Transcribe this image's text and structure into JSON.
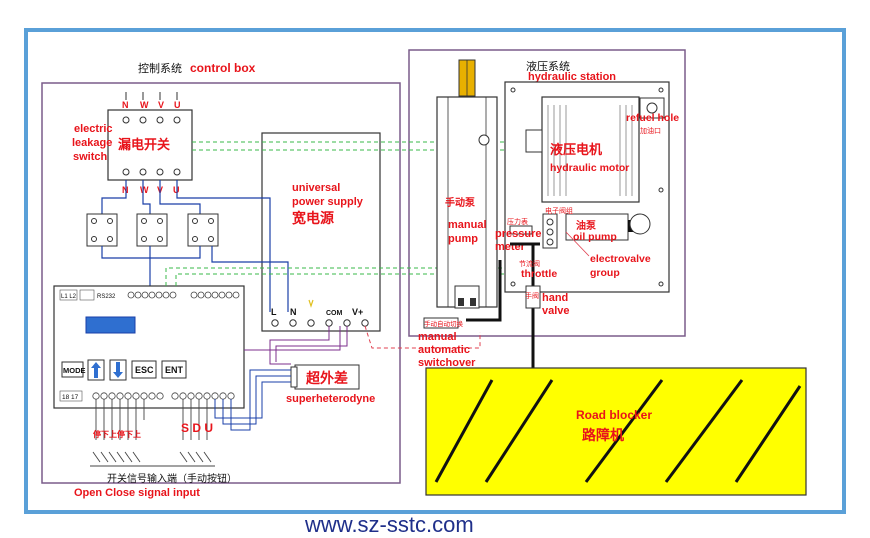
{
  "colors": {
    "frame_blue": "#5aa0d8",
    "box_purple": "#7a5c8a",
    "label_red": "#e8141b",
    "road_yellow": "#ffff00",
    "display_blue": "#2f6fd0",
    "wire_blue": "#1a3fa8",
    "wire_green": "#3ab84a",
    "wire_red": "#e04050",
    "wire_purple": "#7c2f8c",
    "url_blue": "#1f2f8a"
  },
  "control_box": {
    "title_cn": "控制系统",
    "title_en": "control box"
  },
  "hydraulic_station": {
    "title_cn": "液压系统",
    "title_en": "hydraulic station"
  },
  "leakage_switch": {
    "label_en_1": "electric",
    "label_en_2": "leakage",
    "label_en_3": "switch",
    "label_cn": "漏电开关",
    "top_terminals": [
      "N",
      "W",
      "V",
      "U"
    ],
    "bottom_terminals": [
      "N",
      "W",
      "V",
      "U"
    ]
  },
  "power_supply": {
    "label_en_1": "universal",
    "label_en_2": "power supply",
    "label_cn": "宽电源",
    "terminals": [
      "L",
      "N",
      "",
      "COM",
      "V+"
    ]
  },
  "controller": {
    "top_labels": [
      "L1 L2",
      "RS232"
    ],
    "buttons": [
      "MODE",
      "ESC",
      "ENT"
    ],
    "bottom_left_label": "18 17"
  },
  "superheterodyne": {
    "label_cn": "超外差",
    "label_en": "superheterodyne"
  },
  "signal_input": {
    "left_group": "停下上停下上",
    "right_group": "S D U",
    "label_cn": "开关信号输入端（手动按钮）",
    "label_en": "Open Close signal input"
  },
  "hydraulic_labels": {
    "manual_pump_cn": "手动泵",
    "manual_pump_en_1": "manual",
    "manual_pump_en_2": "pump",
    "pressure_meter_cn": "压力表",
    "pressure_meter_en_1": "pressure",
    "pressure_meter_en_2": "meter",
    "hydraulic_motor_cn": "液压电机",
    "hydraulic_motor_en": "hydraulic motor",
    "refuel_hole_en": "refuel hole",
    "refuel_hole_cn": "加油口",
    "electrovalve_cn": "电子阀组",
    "electrovalve_en_1": "electrovalve",
    "electrovalve_en_2": "group",
    "oil_pump_cn": "油泵",
    "oil_pump_en": "oil pump",
    "throttle_cn": "节流阀",
    "throttle_en": "throttle",
    "hand_valve_cn": "手阀",
    "hand_valve_en_1": "hand",
    "hand_valve_en_2": "valve",
    "switchover_cn": "手动自动切换",
    "switchover_en_1": "manual",
    "switchover_en_2": "automatic",
    "switchover_en_3": "switchover"
  },
  "road_blocker": {
    "label_en": "Road blocker",
    "label_cn": "路障机"
  },
  "footer": {
    "url": "www.sz-sstc.com"
  }
}
